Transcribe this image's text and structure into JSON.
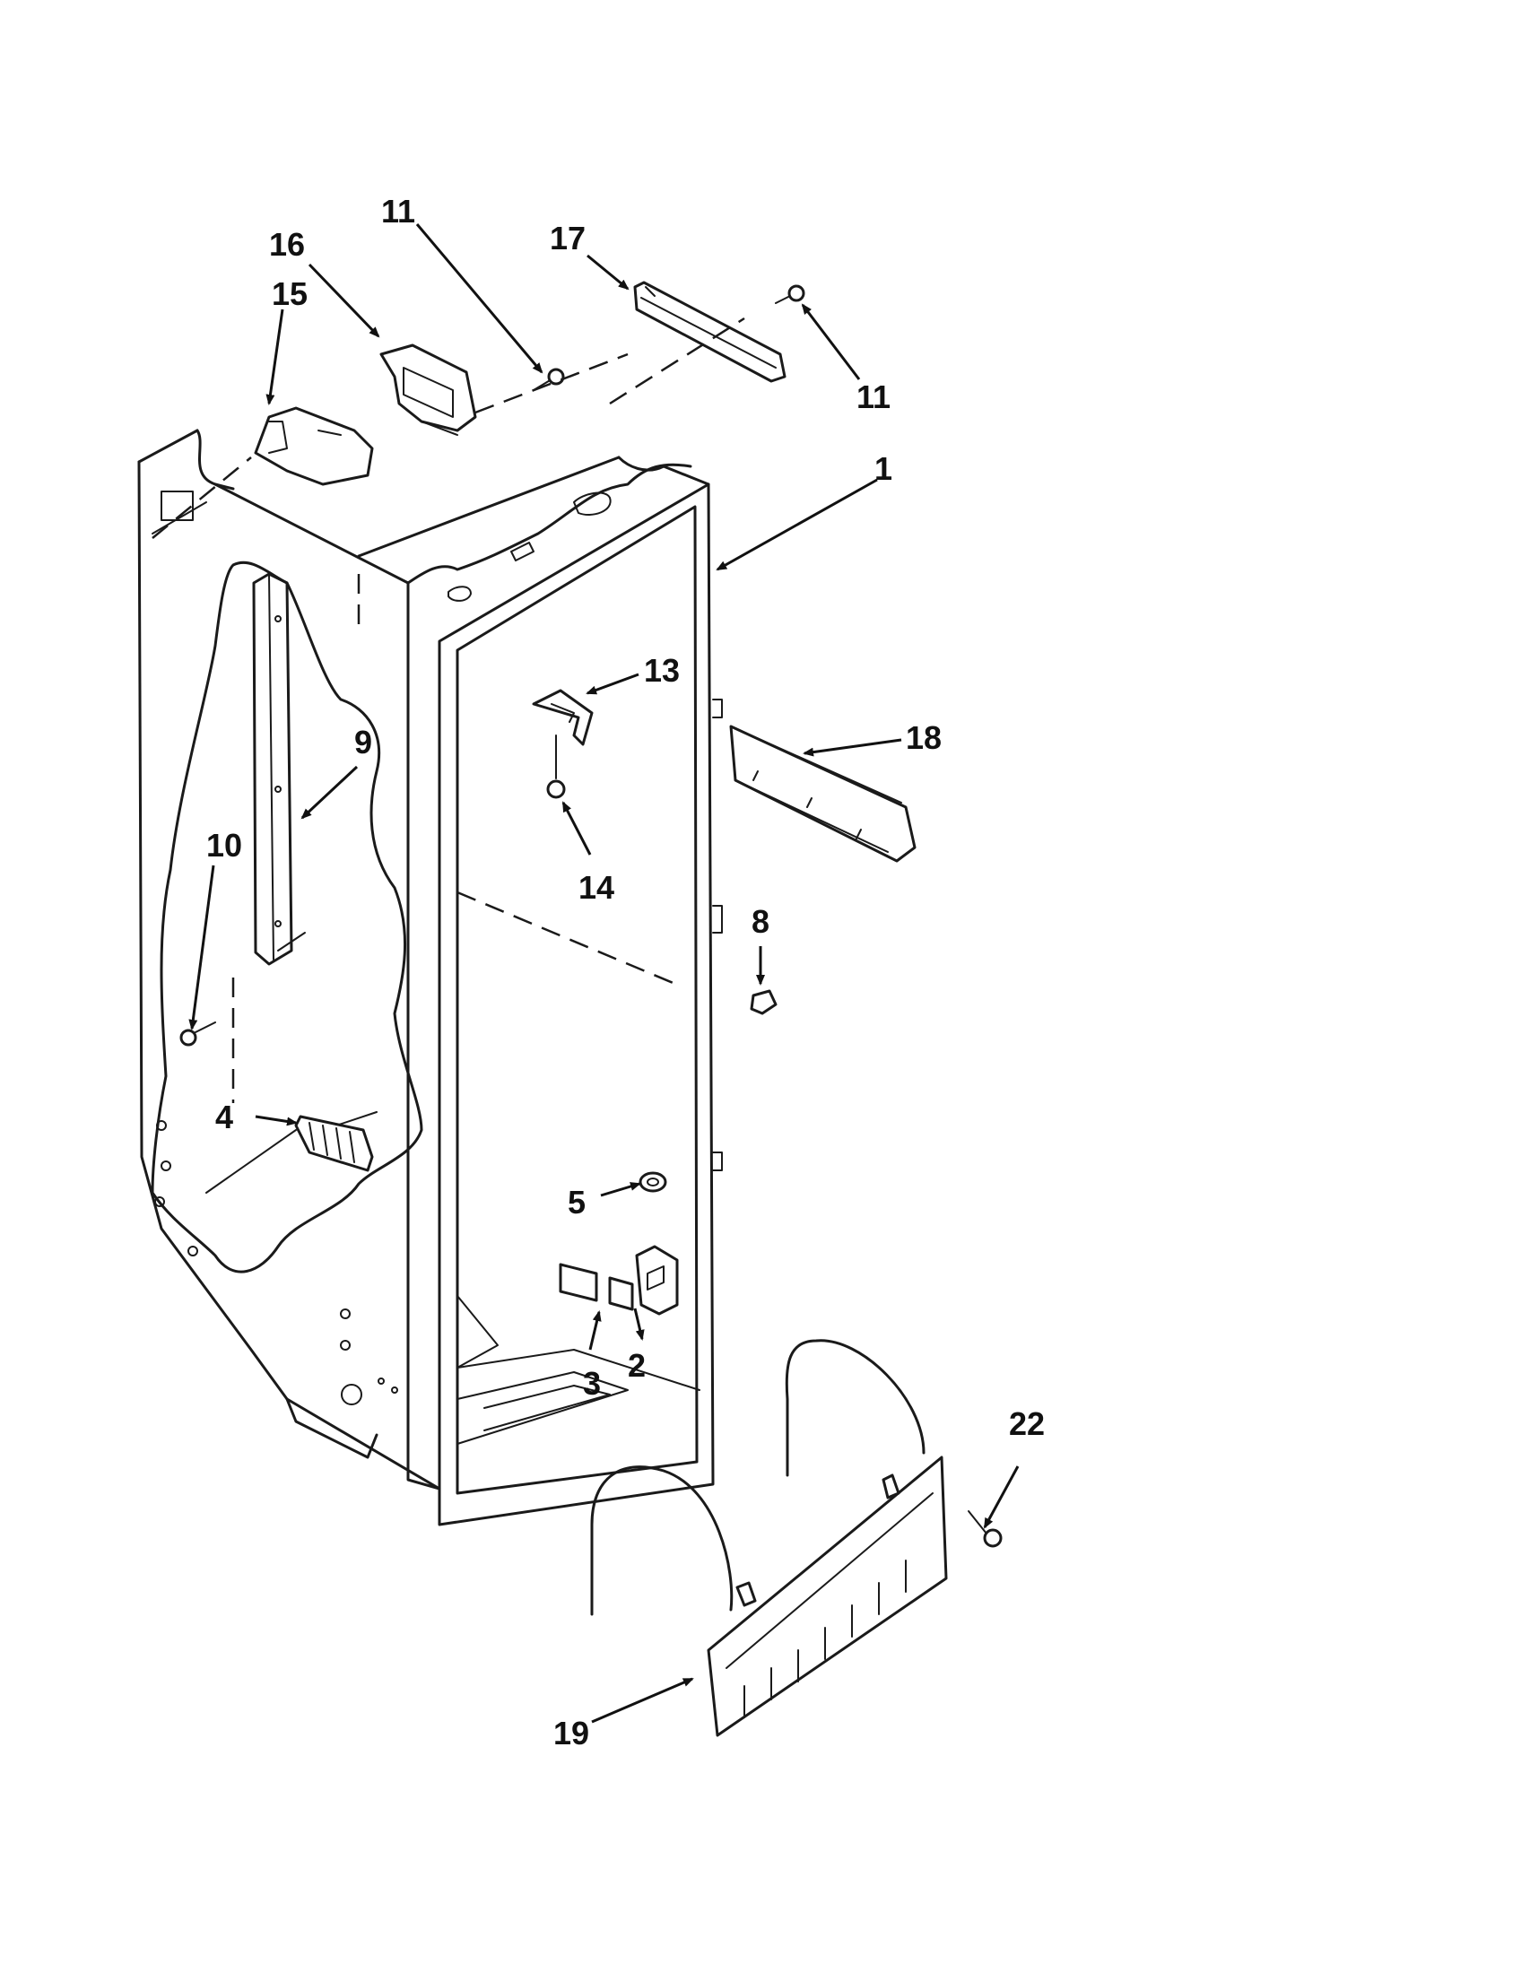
{
  "labels": {
    "p1": "1",
    "p2": "2",
    "p3": "3",
    "p4": "4",
    "p5": "5",
    "p8": "8",
    "p9": "9",
    "p10": "10",
    "p11a": "11",
    "p11b": "11",
    "p13": "13",
    "p14": "14",
    "p15": "15",
    "p16": "16",
    "p17": "17",
    "p18": "18",
    "p19": "19",
    "p22": "22"
  }
}
